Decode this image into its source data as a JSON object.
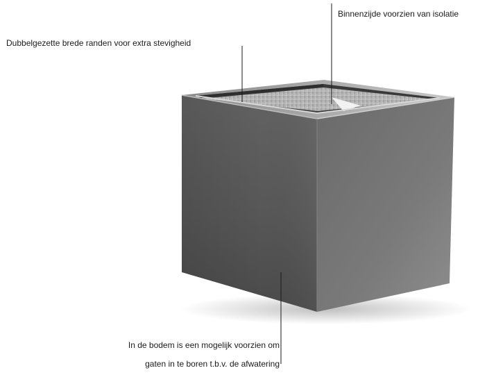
{
  "annotations": {
    "insulation": "Binnenzijde voorzien van isolatie",
    "rims": "Dubbelgezette brede randen voor extra stevigheid",
    "drainage_line1": "In de bodem is een mogelijk voorzien om",
    "drainage_line2": "gaten in te boren t.b.v. de afwatering"
  },
  "colors": {
    "text": "#1a1a1a",
    "leader_line": "#1a1a1a",
    "planter_front": "#5a5a5a",
    "planter_right": "#6b6b6b"
  },
  "illustration": "square-metal-planter"
}
